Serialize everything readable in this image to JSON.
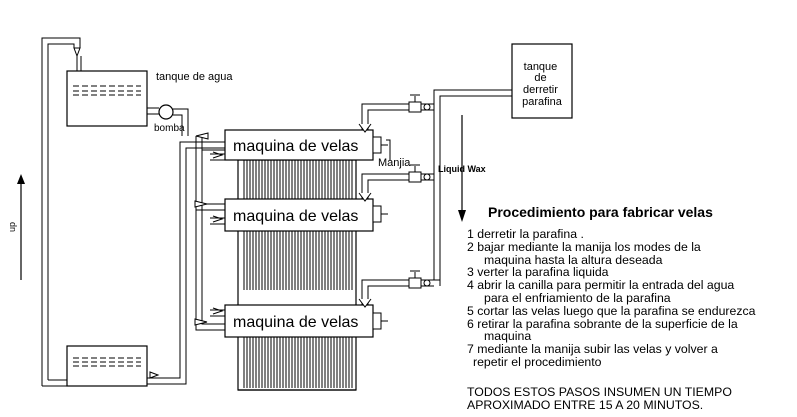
{
  "labels": {
    "water_tank": "tanque de agua",
    "pump": "bomba",
    "machine_1": "maquina de velas",
    "machine_2": "maquina de velas",
    "machine_3": "maquina de velas",
    "handle": "Manjia",
    "liquid_wax": "Liquid Wax",
    "up": "up",
    "melt_tank": [
      "tanque",
      "de",
      "derretir",
      "parafina"
    ]
  },
  "procedure": {
    "title": "Procedimiento para fabricar velas",
    "steps": [
      "1 derretir la parafina .",
      "2  bajar mediante la manija los modes de la",
      "maquina hasta la altura deseada",
      "3 verter la parafina liquida",
      "4 abrir la canilla para permitir la entrada del agua",
      "para el enfriamiento de la parafina",
      "5 cortar las velas luego que la parafina se endurezca",
      "6 retirar la parafina sobrante de la superficie de la",
      "maquina",
      "7 mediante la manija subir las velas y volver a",
      "repetir el procedimiento"
    ],
    "note": [
      "TODOS ESTOS PASOS INSUMEN UN TIEMPO",
      "APROXIMADO ENTRE 15 A 20 MINUTOS."
    ]
  }
}
